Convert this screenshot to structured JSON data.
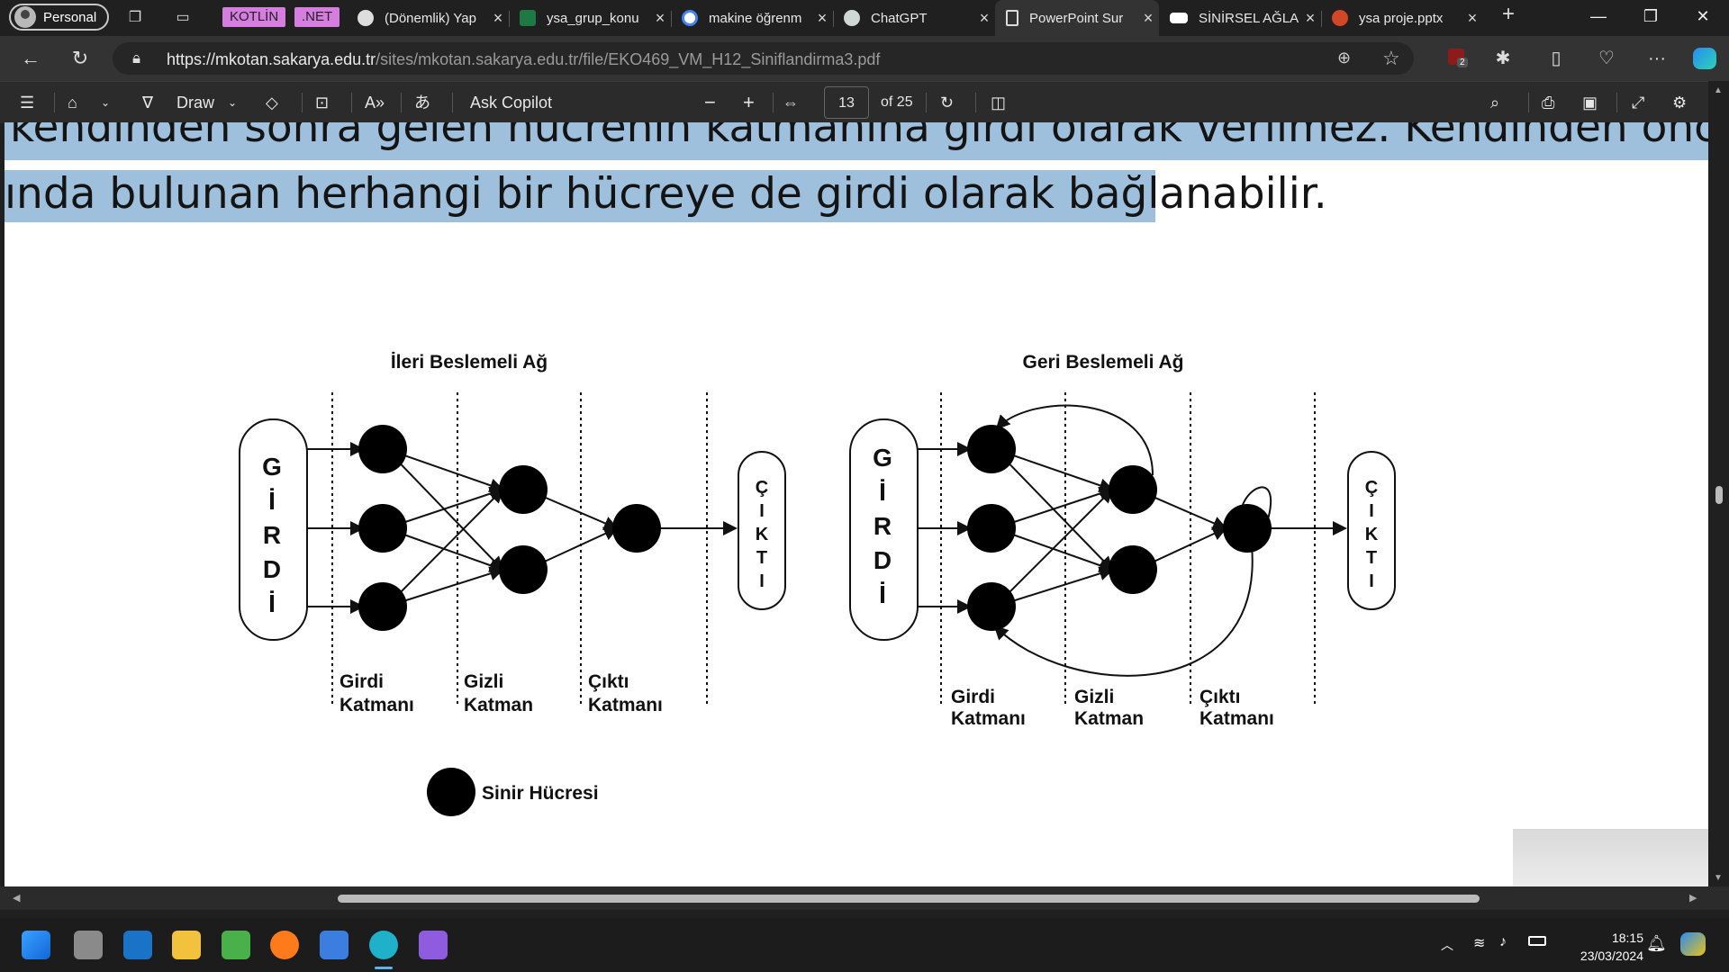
{
  "browser": {
    "profile_label": "Personal",
    "favorites": [
      {
        "label": "KOTLİN",
        "color": "#d67de0"
      },
      {
        "label": ".NET",
        "color": "#d67de0"
      }
    ],
    "tabs": [
      {
        "label": "(Dönemlik) Yap",
        "icon": "chat-icon",
        "active": false
      },
      {
        "label": "ysa_grup_konu",
        "icon": "excel-icon",
        "active": false
      },
      {
        "label": "makine öğrenm",
        "icon": "google-icon",
        "active": false
      },
      {
        "label": "ChatGPT",
        "icon": "chatgpt-icon",
        "active": false
      },
      {
        "label": "PowerPoint Sur",
        "icon": "document-icon",
        "active": true
      },
      {
        "label": "SİNİRSEL AĞLA",
        "icon": "video-icon",
        "active": false
      },
      {
        "label": "ysa proje.pptx",
        "icon": "powerpoint-icon",
        "active": false
      }
    ],
    "url_host": "https://mkotan.sakarya.edu.tr",
    "url_path": "/sites/mkotan.sakarya.edu.tr/file/EKO469_VM_H12_Siniflandirma3.pdf",
    "extension_badge": "2"
  },
  "pdf_toolbar": {
    "draw_label": "Draw",
    "ask_copilot_label": "Ask Copilot",
    "page_current": "13",
    "page_total_label": "of 25"
  },
  "document": {
    "line1": "kendinden sonra gelen hücrenin katmanına girdi olarak verilmez. Kendinden önceki katmand",
    "line2": "ında bulunan herhangi bir hücreye de girdi olarak bağlanabilir.",
    "diagram": {
      "left_title": "İleri Beslemeli Ağ",
      "right_title": "Geri Beslemeli Ağ",
      "input_letters": [
        "G",
        "İ",
        "R",
        "D",
        "İ"
      ],
      "output_letters": [
        "Ç",
        "I",
        "K",
        "T",
        "I"
      ],
      "layer_labels": [
        {
          "line1": "Girdi",
          "line2": "Katmanı"
        },
        {
          "line1": "Gizli",
          "line2": "Katman"
        },
        {
          "line1": "Çıktı",
          "line2": "Katmanı"
        }
      ],
      "legend_label": "Sinir Hücresi"
    }
  },
  "taskbar": {
    "time": "18:15",
    "date": "23/03/2024"
  }
}
